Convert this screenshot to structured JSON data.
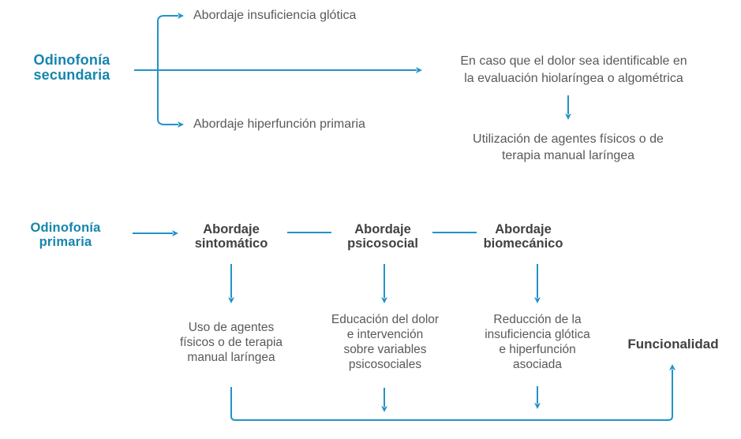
{
  "colors": {
    "accent": "#1585ad",
    "line": "#2492c7",
    "heading": "#414042",
    "body": "#58595b",
    "background": "#ffffff"
  },
  "secondary": {
    "label": "Odinofonía\nsecundaria",
    "branch_top": "Abordaje insuficiencia glótica",
    "branch_bottom": "Abordaje hiperfunción primaria",
    "condition": "En caso que el dolor sea identificable en\nla evaluación hiolaríngea o algométrica",
    "action": "Utilización de agentes físicos o de\nterapia manual laríngea"
  },
  "primary": {
    "label": "Odinofonía\nprimaria",
    "approaches": [
      {
        "title": "Abordaje\nsintomático",
        "detail": "Uso de agentes\nfísicos o de terapia\nmanual laríngea"
      },
      {
        "title": "Abordaje\npsicosocial",
        "detail": "Educación del dolor\ne intervención\nsobre variables\npsicosociales"
      },
      {
        "title": "Abordaje\nbiomecánico",
        "detail": "Reducción de la\ninsuficiencia glótica\ne hiperfunción\nasociada"
      }
    ],
    "outcome": "Funcionalidad"
  }
}
